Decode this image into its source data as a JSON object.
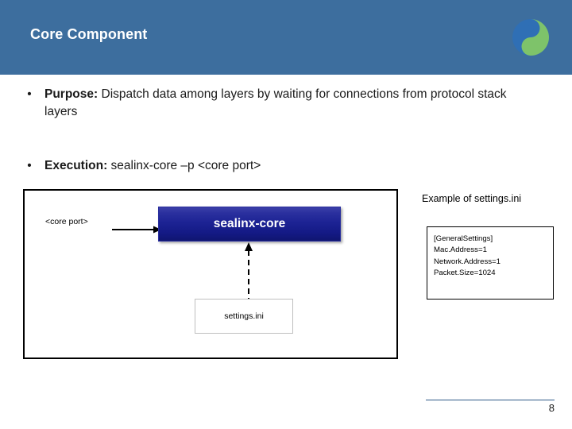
{
  "header": {
    "title": "Core Component",
    "bg_color": "#3d6e9e",
    "logo_icon": "yin-yang-circle-logo",
    "logo_colors": [
      "#2f6fb5",
      "#7ec36a"
    ]
  },
  "bullets": [
    {
      "marker": "•",
      "label": "Purpose",
      "separator": ":",
      "text": " Dispatch data among layers by waiting for connections from protocol stack layers"
    },
    {
      "marker": "•",
      "label": "Execution",
      "separator": ":",
      "text": "  sealinx-core  –p  <core port>"
    }
  ],
  "diagram": {
    "input_label": "<core port>",
    "arrow_icon": "right-arrow",
    "process_box_label": "sealinx-core",
    "process_box_color": "#1d2394",
    "dashed_arrow_icon": "dashed-up-arrow",
    "file_box_label": "settings.ini"
  },
  "example": {
    "caption": "Example of settings.ini",
    "ini_lines": [
      "[GeneralSettings]",
      "Mac.Address=1",
      "Network.Address=1",
      "Packet.Size=1024"
    ]
  },
  "footer": {
    "page_number": "8"
  }
}
